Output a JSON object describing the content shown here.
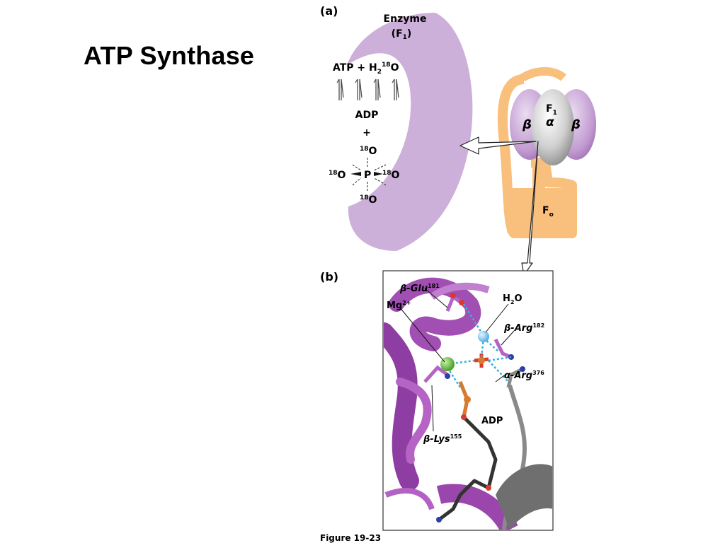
{
  "slide": {
    "title": "ATP Synthase"
  },
  "figure": {
    "panel_a_label": "(a)",
    "panel_b_label": "(b)",
    "caption": "Figure 19-23",
    "colors": {
      "enzyme_purple": "#cdb0d9",
      "stator_orange": "#f9bf7c",
      "alpha_gray": "#c8c8c8",
      "beta_purple": "#c29bd1",
      "helix_magenta": "#a24fb4"
    }
  },
  "panel_a": {
    "enzyme_label": "Enzyme",
    "enzyme_subunit": "F",
    "enzyme_subunit_sub": "1",
    "reaction_atp": "ATP + H",
    "reaction_h_sub": "2",
    "reaction_o_sup": "18",
    "reaction_o": "O",
    "adp": "ADP",
    "plus": "+",
    "phosphate_iso": "18",
    "phosphate_o": "O",
    "phosphate_p": "P",
    "f1_label": "F",
    "f1_sub": "1",
    "alpha": "α",
    "beta": "β",
    "fo_label": "F",
    "fo_sub": "o"
  },
  "panel_b": {
    "glu_prefix": "β-Glu",
    "glu_sup": "181",
    "h2o_h": "H",
    "h2o_sub": "2",
    "h2o_o": "O",
    "mg": "Mg",
    "mg_sup": "2+",
    "arg182_prefix": "β-Arg",
    "arg182_sup": "182",
    "arg376_prefix": "α-Arg",
    "arg376_sup": "376",
    "adp": "ADP",
    "lys_prefix": "β-Lys",
    "lys_sup": "155"
  }
}
